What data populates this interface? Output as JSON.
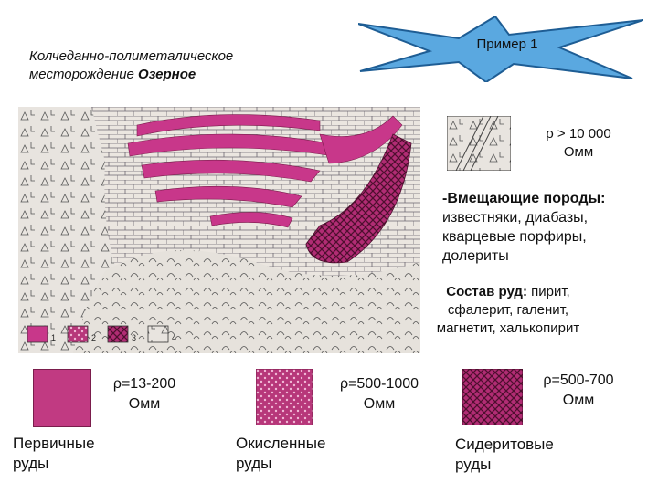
{
  "title": {
    "line1": "Колчеданно-полиметалическое",
    "line2_prefix": "месторождение ",
    "line2_bold": "Озерное"
  },
  "badge": {
    "label": "Пример 1"
  },
  "host_rock": {
    "resistivity_line1": "ρ > 10 000",
    "resistivity_line2": "Омм",
    "heading": "-Вмещающие породы:",
    "lines": [
      "известняки, диабазы,",
      "кварцевые порфиры,",
      "долериты"
    ]
  },
  "ore_composition": {
    "heading": "Состав руд:",
    "line1_rest": " пирит,",
    "line2": "сфалерит, галенит,",
    "line3": "магнетит, халькопирит"
  },
  "map_legend_numbers": [
    "1",
    "2",
    "3",
    "4"
  ],
  "ore_types": [
    {
      "resistivity_line1": "ρ=13-200",
      "resistivity_line2": "Омм",
      "name_line1": "Первичные",
      "name_line2": "руды",
      "color": "#c13a82"
    },
    {
      "resistivity_line1": "ρ=500-1000",
      "resistivity_line2": "Омм",
      "name_line1": "Окисленные",
      "name_line2": "руды",
      "color": "#b7377a"
    },
    {
      "resistivity_line1": "ρ=500-700",
      "resistivity_line2": "Омм",
      "name_line1": "Сидеритовые",
      "name_line2": "руды",
      "color": "#8e1f56"
    }
  ],
  "colors": {
    "ore_magenta": "#c8378a",
    "rock_bg": "#e9e4df",
    "badge_fill": "#5aa8e0"
  }
}
